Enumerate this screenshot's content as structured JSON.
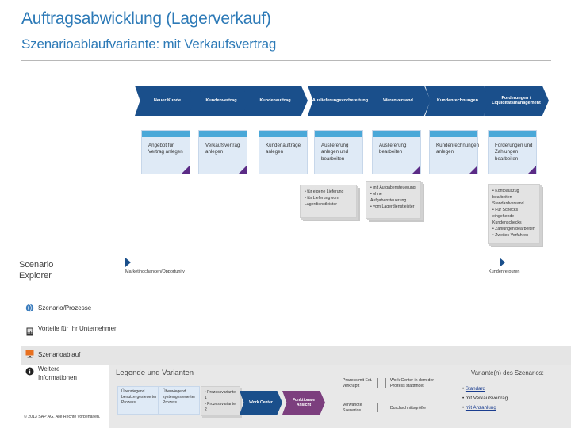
{
  "header": {
    "title": "Auftragsabwicklung (Lagerverkauf)",
    "subtitle": "Szenarioablaufvariante: mit Verkaufsvertrag"
  },
  "phases": [
    {
      "label": "Neuer Kunde"
    },
    {
      "label": "Kundenvertrag"
    },
    {
      "label": "Kundenauftrag"
    },
    {
      "label": "Auslieferungsvorbereitung"
    },
    {
      "label": "Warenversand"
    },
    {
      "label": "Kundenrechnungen"
    },
    {
      "label": "Forderungen / Liquiditätsmanagement"
    }
  ],
  "steps": [
    {
      "label": "Angebot für Vertrag anlegen"
    },
    {
      "label": "Verkaufsvertrag anlegen"
    },
    {
      "label": "Kundenaufträge anlegen"
    },
    {
      "label": "Auslieferung anlegen und bearbeiten"
    },
    {
      "label": "Auslieferung bearbeiten"
    },
    {
      "label": "Kundenrechnungen anlegen"
    },
    {
      "label": "Forderungen und Zahlungen bearbeiten"
    }
  ],
  "notes": {
    "delivery": [
      "für eigene Lieferung",
      "für Lieferung vom Lagerdienstleister"
    ],
    "shipping": [
      "mit Aufgabensteuerung",
      "ohne Aufgabensteuerung",
      "vom Lagerdienstleister"
    ],
    "payments": [
      "Kontoauszug bearbeiten – Standardversand",
      "Für Schecks eingehende Kundenschecks",
      "Zahlungen bearbeiten",
      "Zweites Verfahren"
    ]
  },
  "flow": {
    "start": "Marketingchancen/Opportunity",
    "end": "Kundenretouren"
  },
  "explorer": {
    "label": "Scenario Explorer"
  },
  "nav": {
    "processes": "Szenario/Prozesse",
    "benefits": "Vorteile für Ihr Unternehmen",
    "flow": "Szenarioablauf",
    "info": "Weitere Informationen"
  },
  "legend": {
    "title": "Legende und Varianten",
    "box1": "Überwiegend benutzergesteuerter Prozess",
    "box2": "Überwiegend systemgesteuerter Prozess",
    "grey_items": [
      "Prozessvariante 1",
      "Prozessvariante 2"
    ],
    "chev1": "Work Center",
    "chev2": "Funktionale Ansicht",
    "text1": "Prozess mit Ext. verknüpft",
    "text2": "Work Center in dem der Prozess stattfindet",
    "text3": "Verwandte Szenarios",
    "text4": "Durchschnittsgröße"
  },
  "variants": {
    "title": "Variante(n) des Szenarios:",
    "items": [
      {
        "label": "Standard",
        "link": true
      },
      {
        "label": "mit Verkaufsvertrag",
        "link": false
      },
      {
        "label": "mit Anzahlung",
        "link": true
      }
    ]
  },
  "footer": {
    "copyright": "© 2013 SAP AG. Alle Rechte vorbehalten."
  },
  "colors": {
    "title": "#2d7ab7",
    "phase": "#1a4f8b",
    "step_bar": "#4aa8d8",
    "step_bg": "#dfeaf6",
    "corner": "#5b2b86"
  }
}
